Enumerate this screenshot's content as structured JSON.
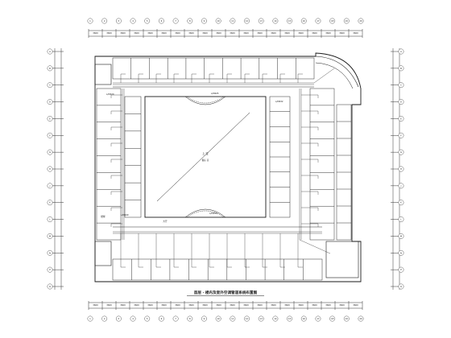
{
  "drawing": {
    "title": "首层 · 楼内及室外空调管道系统布置图",
    "courtyard_label": "上 空",
    "courtyard_sub": "板标 高",
    "hall_label": "大厅",
    "stair_label": "楼梯",
    "dim_top": [
      "3600",
      "3600",
      "3600",
      "3600",
      "3600",
      "3600",
      "3600",
      "3600",
      "3600",
      "3600",
      "3600",
      "3600",
      "3600",
      "3600",
      "3600",
      "3600",
      "3600",
      "3600",
      "3600",
      "3600"
    ],
    "dim_bottom": [
      "3600",
      "3600",
      "3600",
      "3600",
      "3600",
      "3600",
      "3600",
      "3600",
      "3600",
      "3600",
      "3600",
      "3600",
      "3600",
      "3600",
      "3600",
      "3600",
      "3600",
      "3600",
      "3600",
      "3600"
    ],
    "axis_left": [
      "A",
      "B",
      "C",
      "D",
      "E",
      "F",
      "G",
      "H",
      "J",
      "K",
      "L",
      "M",
      "N",
      "P",
      "Q"
    ],
    "axis_right": [
      "A",
      "B",
      "C",
      "D",
      "E",
      "F",
      "G",
      "H",
      "J",
      "K",
      "L",
      "M",
      "N",
      "P",
      "Q"
    ],
    "axis_top": [
      "1",
      "2",
      "3",
      "4",
      "5",
      "6",
      "7",
      "8",
      "9",
      "10",
      "11",
      "12",
      "13",
      "14",
      "15",
      "16",
      "17",
      "18",
      "19",
      "20"
    ],
    "pipe_tags": [
      "L/DN20",
      "L/DN25",
      "L/DN32",
      "L/DN40",
      "L/DN50"
    ],
    "colors": {
      "line": "#1a1a1a",
      "fill": "#ffffff",
      "dim": "#333333"
    }
  }
}
